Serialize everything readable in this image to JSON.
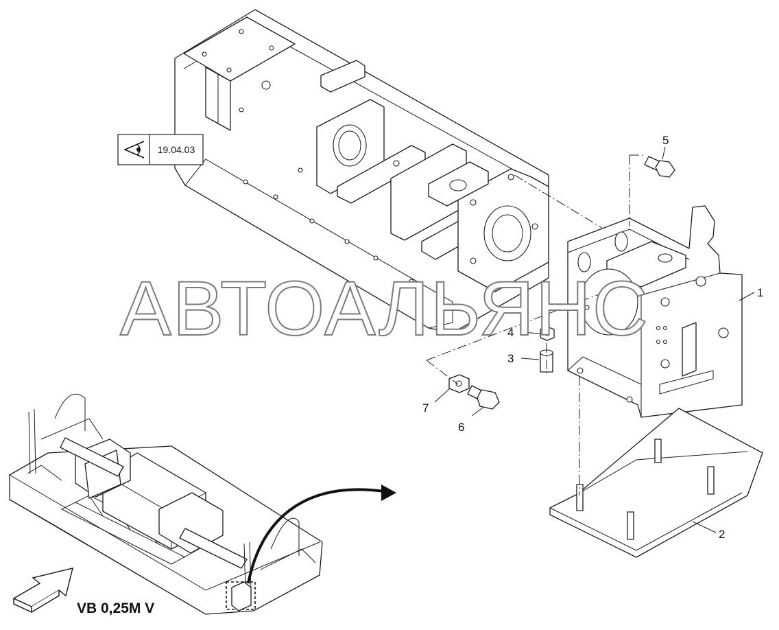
{
  "watermark": "АВТОАЛЬЯНС",
  "reference_box": {
    "label": "19.04.03",
    "icon": "eye-view-icon"
  },
  "callouts": [
    "1",
    "2",
    "3",
    "4",
    "5",
    "6",
    "7"
  ],
  "variant_label": "VB 0,25M V",
  "icons": {
    "view_arrow": "hollow-arrow-icon",
    "locator_arrow": "curved-arrow-icon"
  }
}
